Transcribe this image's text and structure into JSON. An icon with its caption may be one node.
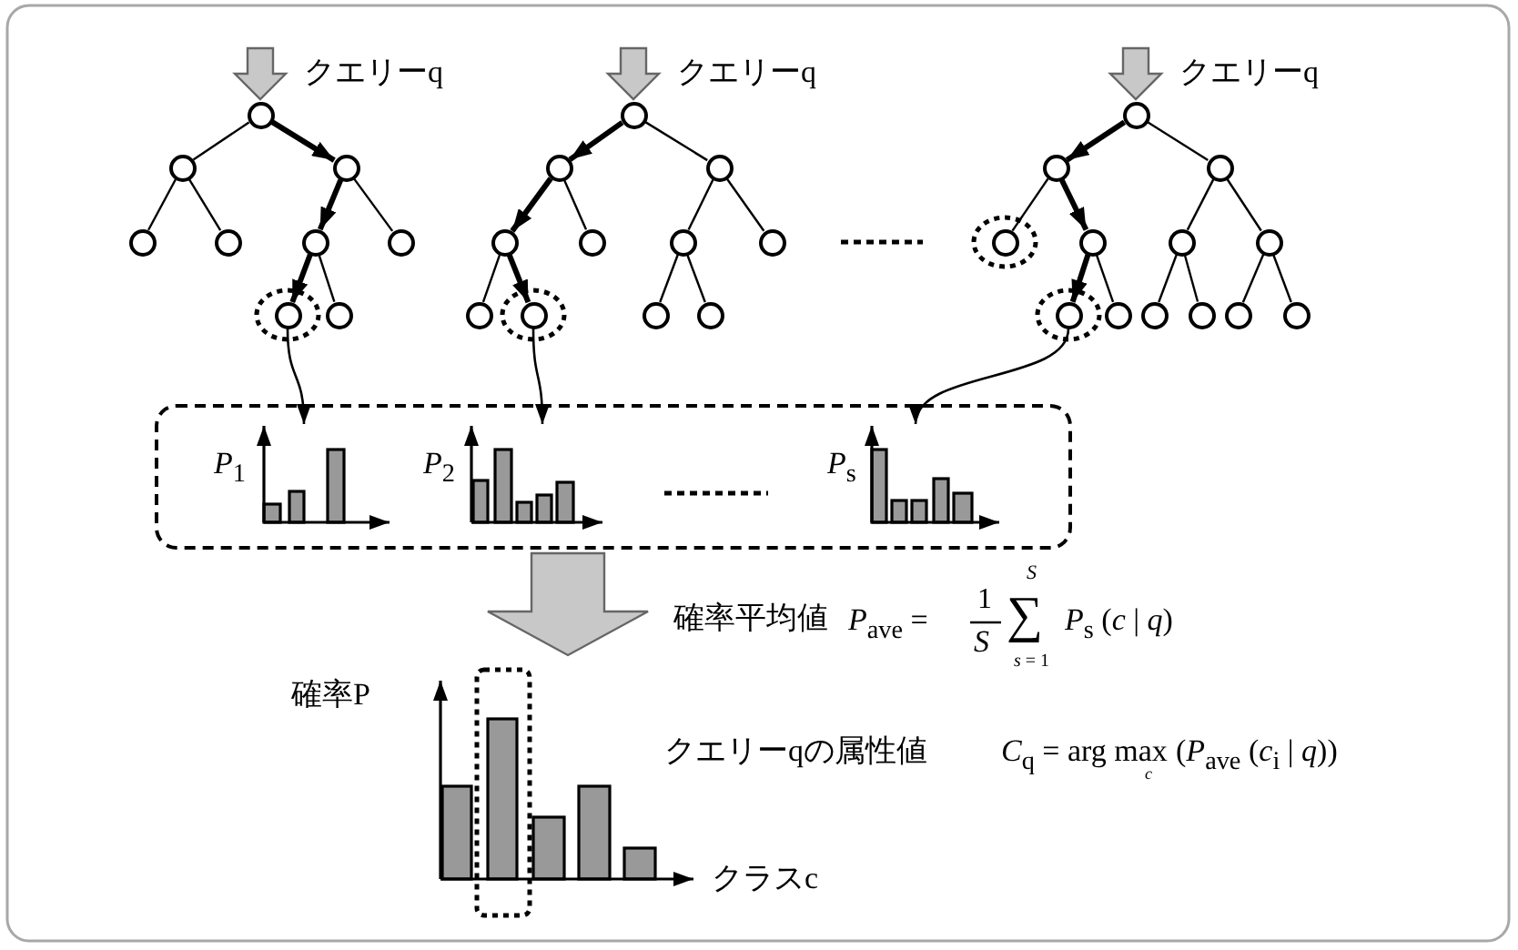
{
  "diagram": {
    "nodes": [
      {
        "text": [],
        "shape": "circle"
      },
      {
        "text": [],
        "shape": "circle"
      },
      {
        "text": [],
        "shape": "circle"
      },
      {
        "text": [],
        "shape": "circle"
      },
      {
        "text": [],
        "shape": "circle"
      },
      {
        "text": [],
        "shape": "circle"
      },
      {
        "text": [],
        "shape": "circle"
      },
      {
        "text": [],
        "shape": "circle"
      },
      {
        "text": [],
        "shape": "circle"
      },
      {
        "text": [],
        "shape": "circle"
      },
      {
        "text": [],
        "shape": "circle"
      },
      {
        "text": [],
        "shape": "circle"
      },
      {
        "text": [],
        "shape": "circle"
      },
      {
        "text": [],
        "shape": "circle"
      },
      {
        "text": [],
        "shape": "circle"
      },
      {
        "text": [],
        "shape": "circle"
      },
      {
        "text": [],
        "shape": "circle"
      },
      {
        "text": [],
        "shape": "circle"
      },
      {
        "text": [],
        "shape": "circle"
      },
      {
        "text": [],
        "shape": "circle"
      },
      {
        "text": [],
        "shape": "circle"
      },
      {
        "text": [],
        "shape": "circle"
      },
      {
        "text": [],
        "shape": "circle"
      },
      {
        "text": [],
        "shape": "circle"
      },
      {
        "text": [],
        "shape": "circle"
      },
      {
        "text": [],
        "shape": "circle"
      },
      {
        "text": [],
        "shape": "circle"
      },
      {
        "text": [],
        "shape": "circle"
      },
      {
        "text": [],
        "shape": "circle"
      },
      {
        "text": [],
        "shape": "circle"
      },
      {
        "text": [],
        "shape": "circle"
      },
      {
        "text": [],
        "shape": "circle"
      },
      {
        "text": [],
        "shape": "circle"
      },
      {
        "text": [],
        "shape": "box"
      },
      {
        "text": [
          "*P*$_{1}$"
        ],
        "in": 33
      },
      {
        "text": [
          "*P*$_{2}$"
        ],
        "in": 33
      },
      {
        "text": [
          "*P*$_{s}$"
        ],
        "in": 33
      },
      {
        "text": [
          "確率P",
          "クラスc"
        ]
      }
    ],
    "edges": [
      {
        "from": 0,
        "to": 1,
        "arrow": "none"
      },
      {
        "from": 0,
        "to": 2,
        "arrow": "to",
        "style": "thick"
      },
      {
        "from": 1,
        "to": 3,
        "arrow": "none"
      },
      {
        "from": 1,
        "to": 4,
        "arrow": "none"
      },
      {
        "from": 2,
        "to": 5,
        "arrow": "to",
        "style": "thick"
      },
      {
        "from": 2,
        "to": 6,
        "arrow": "none"
      },
      {
        "from": 5,
        "to": 7,
        "arrow": "to",
        "style": "thick"
      },
      {
        "from": 5,
        "to": 8,
        "arrow": "none"
      },
      {
        "from": 9,
        "to": 10,
        "arrow": "to",
        "style": "thick"
      },
      {
        "from": 9,
        "to": 11,
        "arrow": "none"
      },
      {
        "from": 10,
        "to": 12,
        "arrow": "to",
        "style": "thick"
      },
      {
        "from": 10,
        "to": 13,
        "arrow": "none"
      },
      {
        "from": 11,
        "to": 14,
        "arrow": "none"
      },
      {
        "from": 11,
        "to": 15,
        "arrow": "none"
      },
      {
        "from": 12,
        "to": 16,
        "arrow": "none"
      },
      {
        "from": 12,
        "to": 17,
        "arrow": "to",
        "style": "thick"
      },
      {
        "from": 14,
        "to": 18,
        "arrow": "none"
      },
      {
        "from": 14,
        "to": 19,
        "arrow": "none"
      },
      {
        "from": 20,
        "to": 21,
        "arrow": "to",
        "style": "thick"
      },
      {
        "from": 20,
        "to": 22,
        "arrow": "none"
      },
      {
        "from": 21,
        "to": 23,
        "arrow": "none"
      },
      {
        "from": 21,
        "to": 24,
        "arrow": "to",
        "style": "thick"
      },
      {
        "from": 22,
        "to": 25,
        "arrow": "none"
      },
      {
        "from": 22,
        "to": 26,
        "arrow": "none"
      },
      {
        "from": 24,
        "to": 27,
        "arrow": "to",
        "style": "thick"
      },
      {
        "from": 24,
        "to": 28,
        "arrow": "none"
      },
      {
        "from": 25,
        "to": 29,
        "arrow": "none"
      },
      {
        "from": 25,
        "to": 30,
        "arrow": "none"
      },
      {
        "from": 26,
        "to": 31,
        "arrow": "none"
      },
      {
        "from": 26,
        "to": 32,
        "arrow": "none"
      },
      {
        "from": 7,
        "to": 34,
        "arrow": "to"
      },
      {
        "from": 17,
        "to": 35,
        "arrow": "to"
      },
      {
        "from": 27,
        "to": 36,
        "arrow": "to"
      },
      {
        "from": null,
        "to": 0,
        "arrow": "to",
        "label": "クエリーq"
      },
      {
        "from": null,
        "to": 9,
        "arrow": "to",
        "label": "クエリーq"
      },
      {
        "from": null,
        "to": 20,
        "arrow": "to",
        "label": "クエリーq"
      },
      {
        "from": 33,
        "to": 37,
        "arrow": "to"
      }
    ],
    "labels": [
      "確率平均値",
      "*P*$_{ave}$ =",
      "1",
      "*S*",
      "∑",
      "*S*",
      "*s* = 1",
      "*P*$_{s}$ (*c* | *q*)",
      "クエリーqの属性値",
      "*C*$_{q}$ = arg max",
      "*c*",
      "(*P*$_{ave}$ (*c*$_{i}$ | *q*))"
    ]
  }
}
